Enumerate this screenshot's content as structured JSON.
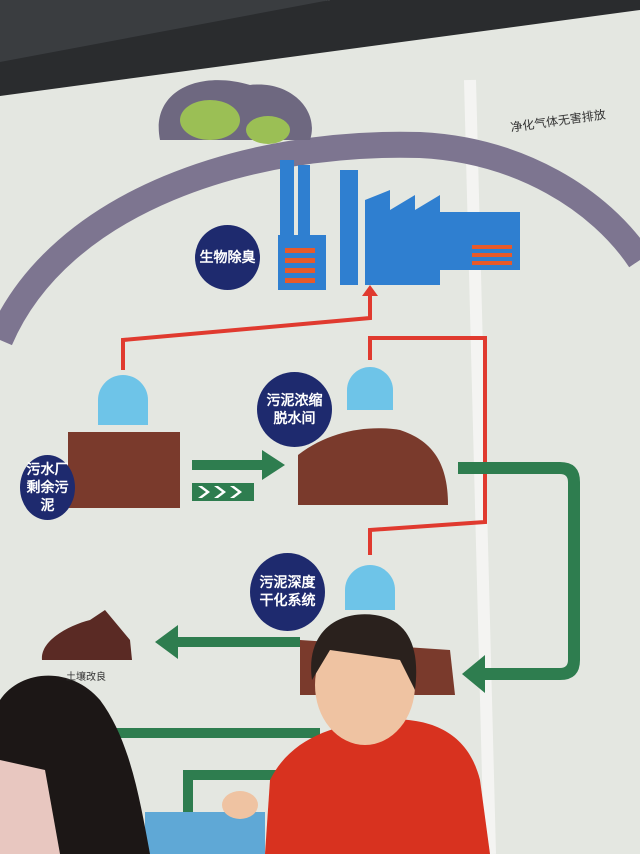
{
  "labels": {
    "emission": "净化气体无害排放",
    "bio_deodorize": "生物除臭",
    "plant_sludge_line1": "污水厂",
    "plant_sludge_line2": "剩余污泥",
    "thicken_line1": "污泥浓缩",
    "thicken_line2": "脱水间",
    "deep_dry_line1": "污泥深度",
    "deep_dry_line2": "干化系统",
    "soil": "土壤改良"
  },
  "colors": {
    "navy": "#1e2a6e",
    "red": "#e03a2f",
    "green": "#2e7d4f",
    "blue": "#2f7fd0",
    "sludge": "#7a3a2c"
  }
}
